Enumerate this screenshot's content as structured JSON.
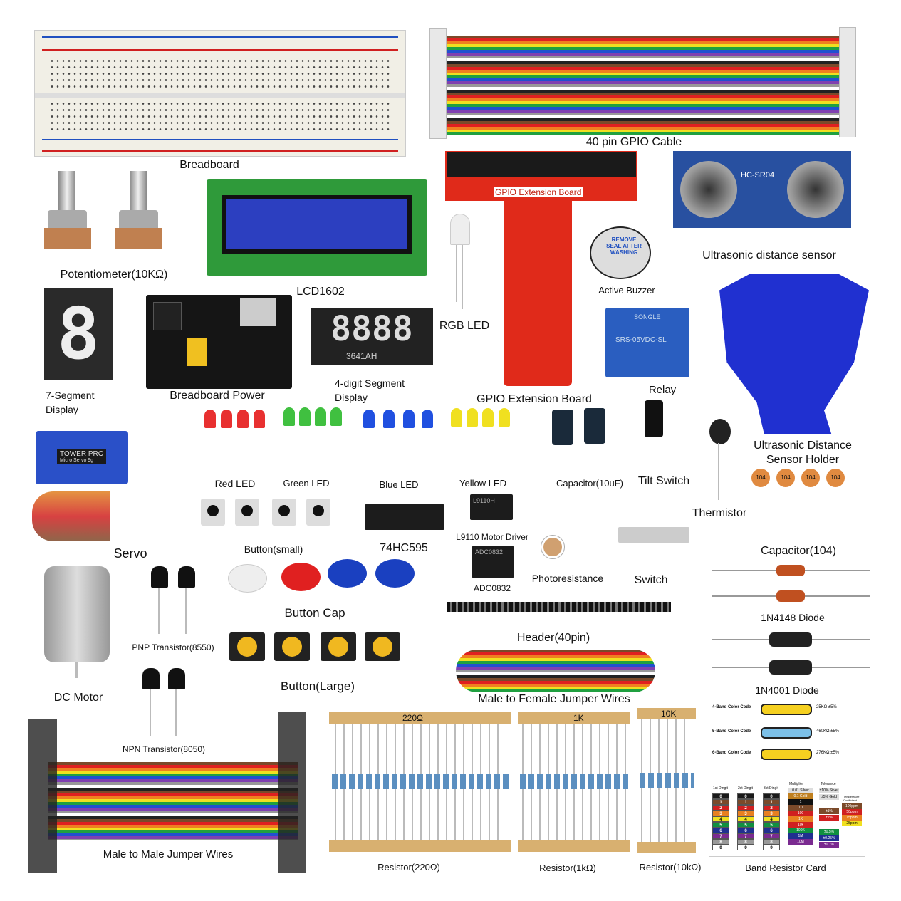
{
  "labels": {
    "breadboard": "Breadboard",
    "gpio_cable": "40 pin GPIO Cable",
    "potentiometer": "Potentiometer(10KΩ)",
    "lcd": "LCD1602",
    "ultrasonic": "Ultrasonic distance sensor",
    "active_buzzer": "Active Buzzer",
    "rgb_led": "RGB LED",
    "seven_seg_1": "7-Segment",
    "seven_seg_2": "Display",
    "breadboard_power": "Breadboard Power",
    "four_digit_1": "4-digit Segment",
    "four_digit_2": "Display",
    "gpio_board": "GPIO Extension Board",
    "relay": "Relay",
    "holder_1": "Ultrasonic Distance",
    "holder_2": "Sensor Holder",
    "red_led": "Red LED",
    "green_led": "Green LED",
    "blue_led": "Blue LED",
    "yellow_led": "Yellow LED",
    "capacitor_10uf": "Capacitor(10uF)",
    "tilt_switch": "Tilt Switch",
    "thermistor": "Thermistor",
    "capacitor_104": "Capacitor(104)",
    "servo": "Servo",
    "button_small": "Button(small)",
    "ic_74hc595": "74HC595",
    "l9110": "L9110 Motor Driver",
    "adc0832": "ADC0832",
    "photoresistance": "Photoresistance",
    "switch": "Switch",
    "diode_1n4148": "1N4148 Diode",
    "diode_1n4001": "1N4001 Diode",
    "button_cap": "Button Cap",
    "pnp": "PNP Transistor(8550)",
    "header": "Header(40pin)",
    "dc_motor": "DC Motor",
    "button_large": "Button(Large)",
    "mf_jumper": "Male to Female Jumper Wires",
    "npn": "NPN Transistor(8050)",
    "mm_jumper": "Male to Male Jumper Wires",
    "resistor_220": "Resistor(220Ω)",
    "resistor_1k": "Resistor(1kΩ)",
    "resistor_10k": "Resistor(10kΩ)",
    "band_card": "Band Resistor Card"
  },
  "printed": {
    "gpio_board_label": "GPIO Extension Board",
    "sensor_model": "HC-SR04",
    "four_digit_model": "3641AH",
    "buzzer_seal": "REMOVE SEAL AFTER WASHING",
    "servo_brand": "TOWER PRO",
    "servo_model": "Micro Servo 9g",
    "relay_brand": "SONGLE",
    "relay_model": "SRS-05VDC-SL",
    "tape_220": "220Ω",
    "tape_1k": "1K",
    "tape_10k": "10K",
    "chip_l9110": "L9110H",
    "chip_adc": "ADC0832",
    "cap_code": "104"
  },
  "band_card": {
    "rows": [
      {
        "label": "4-Band Color Code",
        "value": "25KΩ ±5%"
      },
      {
        "label": "5-Band Color Code",
        "value": "460KΩ ±5%"
      },
      {
        "label": "6-Band Color Code",
        "value": "276KΩ ±5%"
      }
    ],
    "columns": [
      "1st Dingit",
      "2st Dingit",
      "3st Dingit",
      "Multiplier",
      "Tolerance",
      "Temperature Coefficient"
    ],
    "digits": [
      "0",
      "1",
      "2",
      "3",
      "4",
      "5",
      "6",
      "7",
      "8",
      "9"
    ],
    "digit_colors": [
      "#1a1a1a",
      "#7b4a2a",
      "#d02020",
      "#e88020",
      "#f0e020",
      "#109040",
      "#203090",
      "#7a2a90",
      "#999999",
      "#ffffff"
    ],
    "multipliers": [
      "0.01 Silver",
      "0.1 Gold",
      "1",
      "10",
      "100",
      "1K",
      "10k",
      "100K",
      "1M",
      "10M"
    ],
    "tolerances": [
      "±10% Silver",
      "±5% Gold",
      "±1%",
      "±2%",
      "±0.5%",
      "±0.25%",
      "±0.1%"
    ],
    "temp_coeff": [
      "100ppm",
      "50ppm",
      "15ppm",
      "25ppm"
    ]
  },
  "colors": {
    "led_red": "#e83030",
    "led_green": "#40c040",
    "led_blue": "#2050e0",
    "led_yellow": "#f0e020",
    "board_red": "#e02a1a",
    "sensor_blue": "#2850a0"
  }
}
